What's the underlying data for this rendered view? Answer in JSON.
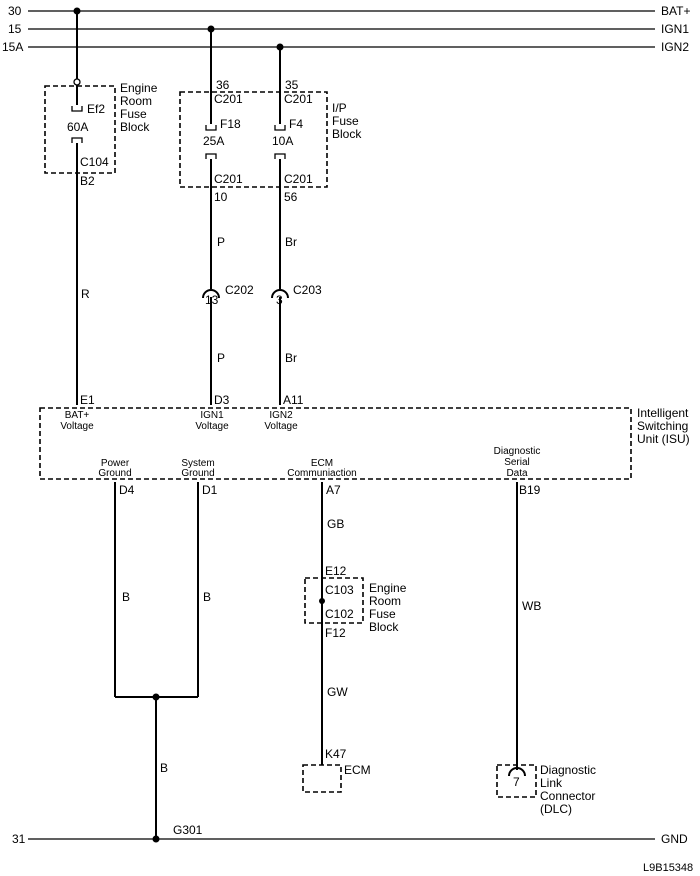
{
  "rails": {
    "bat": {
      "num": "30",
      "name": "BAT+"
    },
    "ign1": {
      "num": "15",
      "name": "IGN1"
    },
    "ign2": {
      "num": "15A",
      "name": "IGN2"
    },
    "gnd": {
      "num": "31",
      "name": "GND"
    }
  },
  "engine_fuse_block": {
    "lines": [
      "Engine",
      "Room",
      "Fuse",
      "Block"
    ],
    "fuse": "Ef2",
    "rating": "60A",
    "connector": "C104",
    "pin": "B2"
  },
  "ip_fuse_block": {
    "lines": [
      "I/P",
      "Fuse",
      "Block"
    ],
    "f18": {
      "in_pin": "36",
      "in_conn": "C201",
      "name": "F18",
      "rating": "25A",
      "out_conn": "C201",
      "out_pin": "10"
    },
    "f4": {
      "in_pin": "35",
      "in_conn": "C201",
      "name": "F4",
      "rating": "10A",
      "out_conn": "C201",
      "out_pin": "56"
    }
  },
  "wires": {
    "bat": "R",
    "ign1_upper": "P",
    "ign1_lower": "P",
    "ign2_upper": "Br",
    "ign2_lower": "Br",
    "power_ground": "B",
    "system_ground": "B",
    "ground_trunk": "B",
    "ecm_upper": "GB",
    "ecm_lower": "GW",
    "diag": "WB"
  },
  "inline_connectors": {
    "c202": {
      "pin": "13",
      "name": "C202"
    },
    "c203": {
      "pin": "3",
      "name": "C203"
    }
  },
  "isu": {
    "lines": [
      "Intelligent",
      "Switching",
      "Unit (ISU)"
    ],
    "pins": {
      "e1": {
        "pin": "E1",
        "l1": "BAT+",
        "l2": "Voltage"
      },
      "d3": {
        "pin": "D3",
        "l1": "IGN1",
        "l2": "Voltage"
      },
      "a11": {
        "pin": "A11",
        "l1": "IGN2",
        "l2": "Voltage"
      },
      "d4": {
        "pin": "D4",
        "l1": "Power",
        "l2": "Ground"
      },
      "d1": {
        "pin": "D1",
        "l1": "System",
        "l2": "Ground"
      },
      "a7": {
        "pin": "A7",
        "l1": "ECM",
        "l2": "Communiaction"
      },
      "b19": {
        "pin": "B19",
        "l1": "Diagnostic",
        "l2": "Serial",
        "l3": "Data"
      }
    }
  },
  "engine_fuse_block_lower": {
    "lines": [
      "Engine",
      "Room",
      "Fuse",
      "Block"
    ],
    "top_pin": "E12",
    "top_conn": "C103",
    "bottom_conn": "C102",
    "bottom_pin": "F12"
  },
  "ecm": {
    "pin": "K47",
    "name": "ECM"
  },
  "dlc": {
    "pin": "7",
    "lines": [
      "Diagnostic",
      "Link",
      "Connector",
      "(DLC)"
    ]
  },
  "ground": {
    "name": "G301"
  },
  "figure_id": "L9B15348"
}
